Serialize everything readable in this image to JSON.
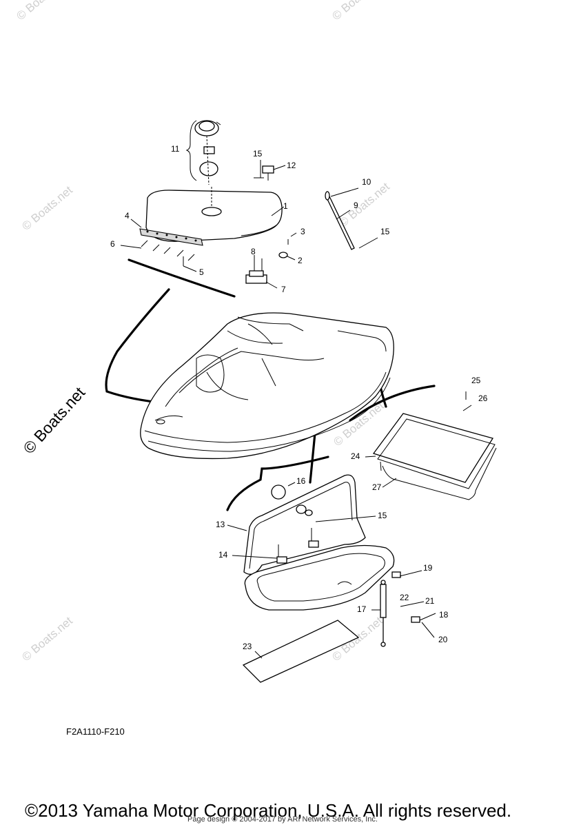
{
  "diagram": {
    "callouts": [
      "1",
      "2",
      "3",
      "4",
      "5",
      "6",
      "7",
      "8",
      "9",
      "10",
      "11",
      "12",
      "13",
      "14",
      "15",
      "15",
      "15",
      "16",
      "17",
      "18",
      "19",
      "20",
      "21",
      "22",
      "23",
      "24",
      "25",
      "26",
      "27"
    ],
    "watermark": "© Boats.net",
    "figure_code": "F2A1110-F210"
  },
  "footer": {
    "copyright": "©2013 Yamaha Motor Corporation, U.S.A. All rights reserved.",
    "page_design": "Page design © 2004-2017 by ARI Network Services, Inc."
  }
}
